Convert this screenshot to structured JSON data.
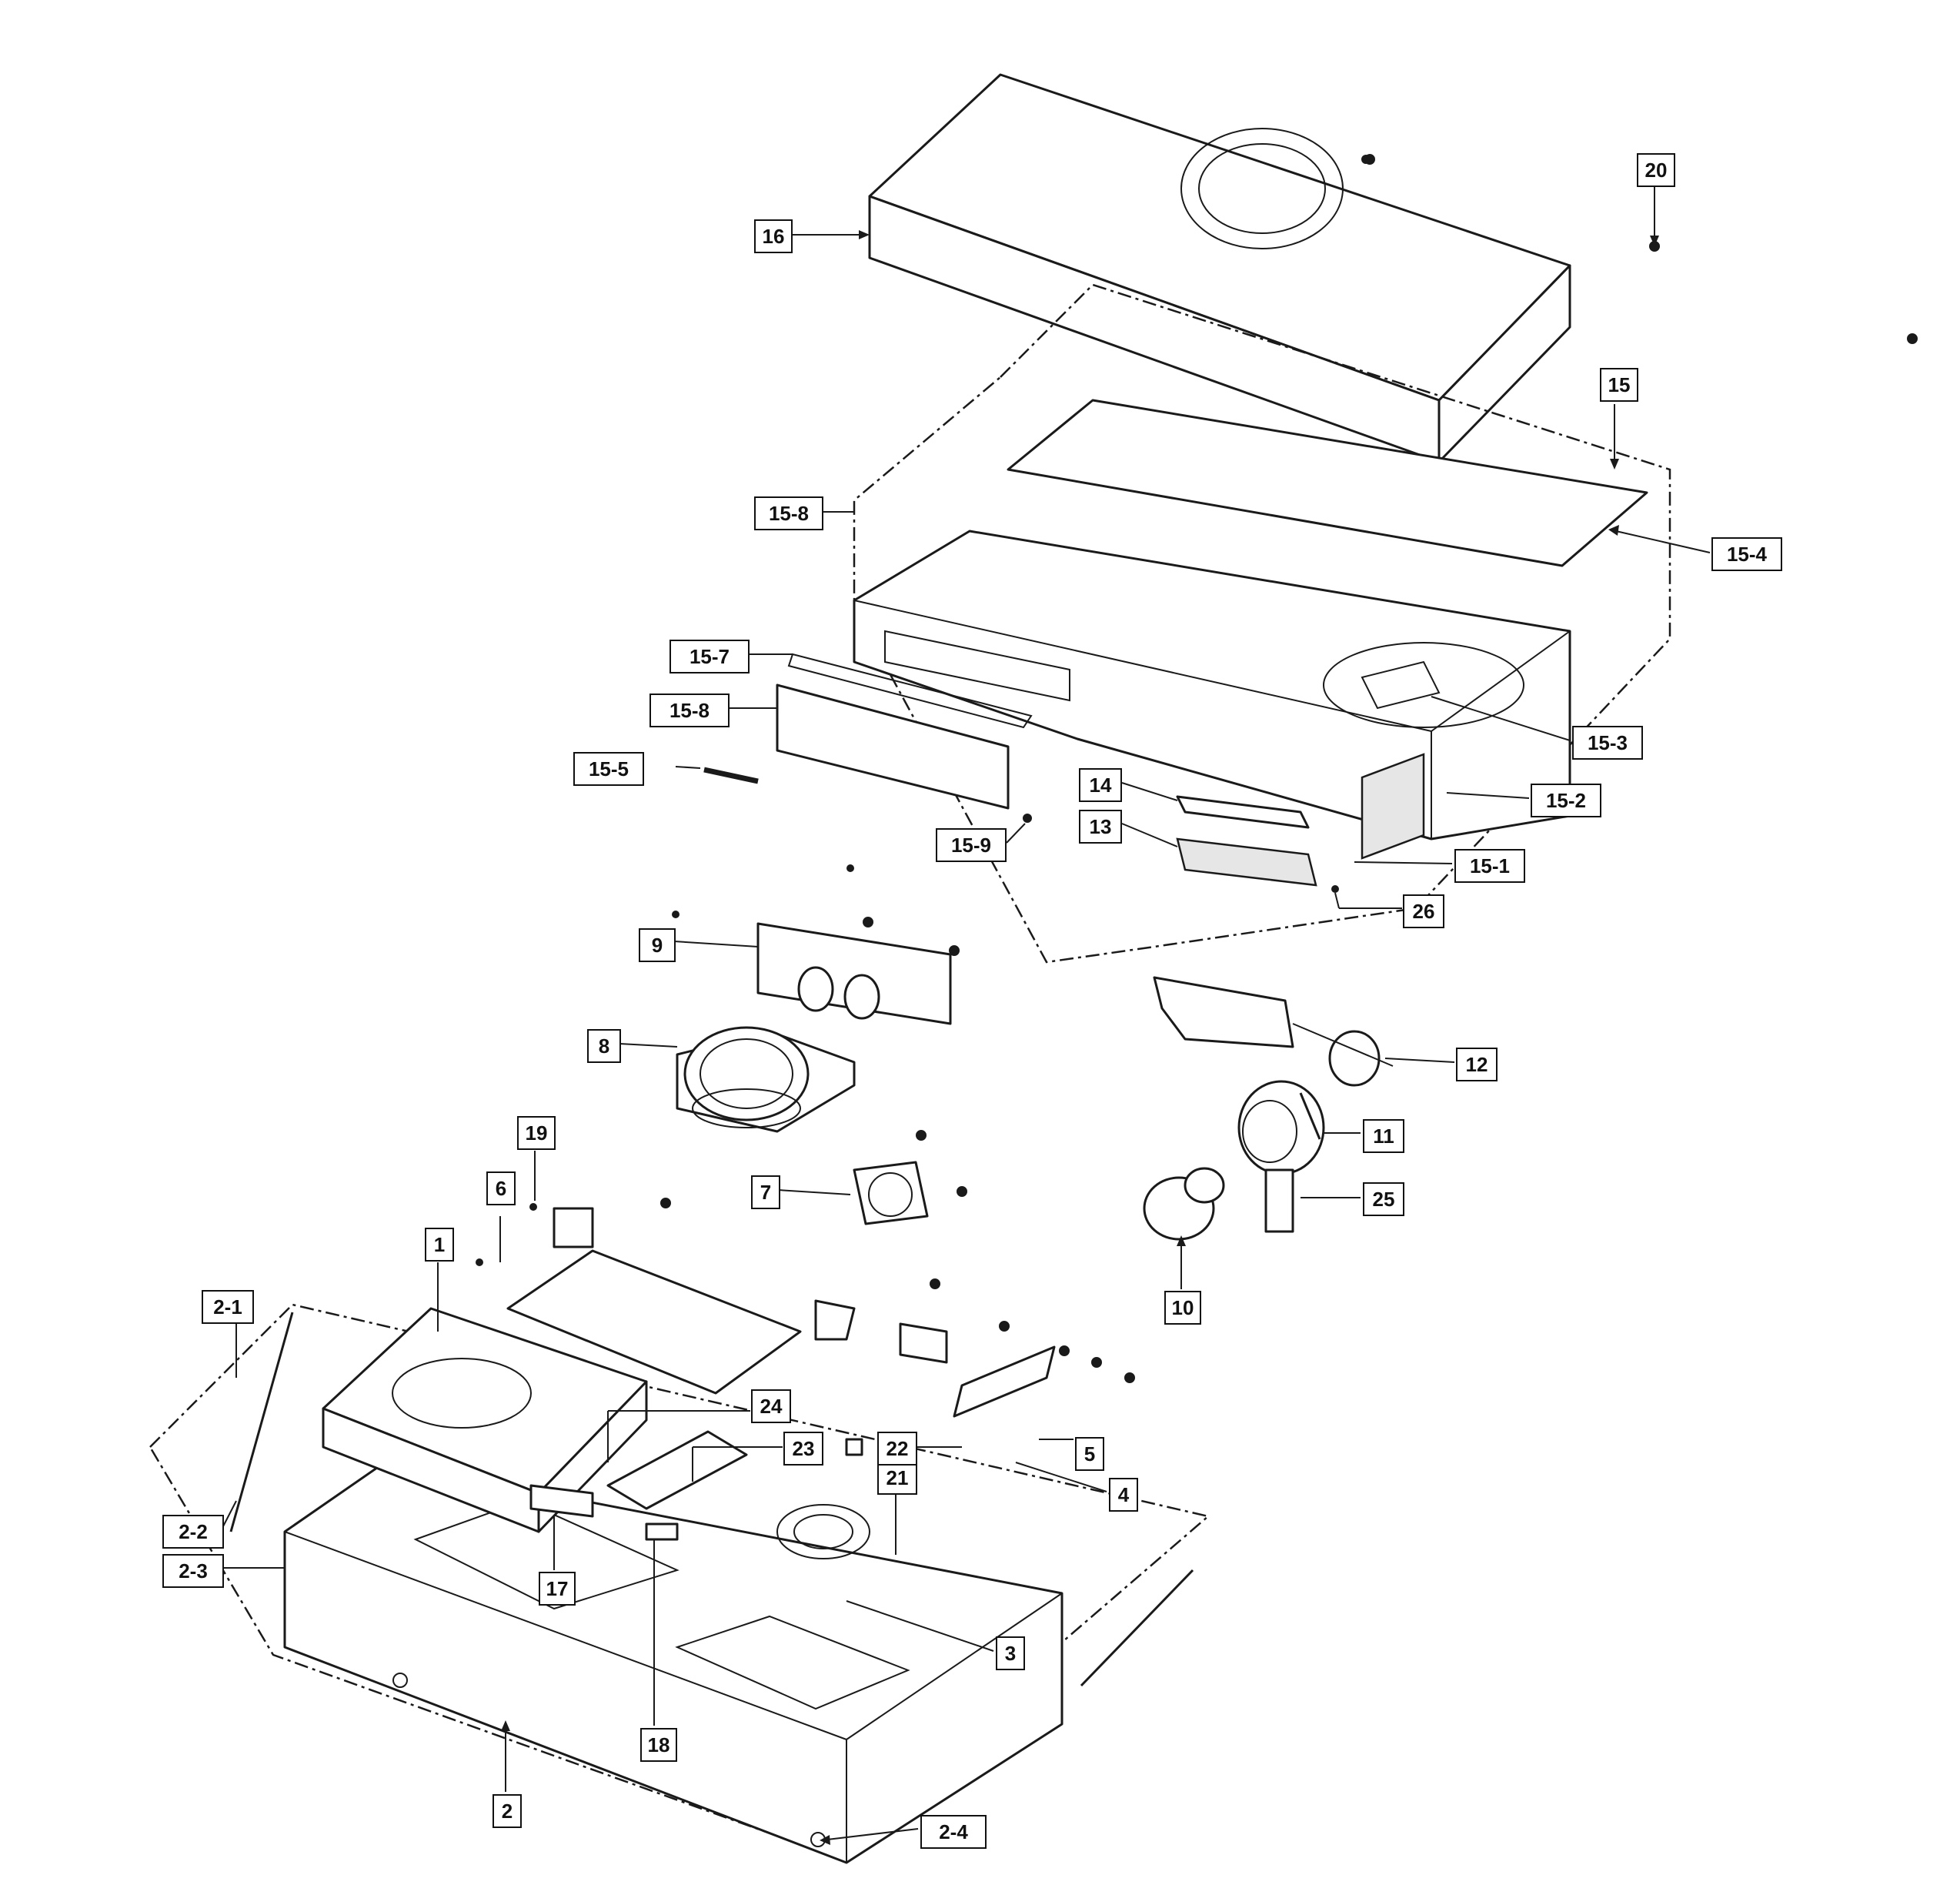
{
  "callouts": {
    "c1": "1",
    "c2": "2",
    "c2_1": "2-1",
    "c2_2": "2-2",
    "c2_3": "2-3",
    "c2_4": "2-4",
    "c3": "3",
    "c4": "4",
    "c5": "5",
    "c6": "6",
    "c7": "7",
    "c8": "8",
    "c9": "9",
    "c10": "10",
    "c11": "11",
    "c12": "12",
    "c13": "13",
    "c14": "14",
    "c15": "15",
    "c15_1": "15-1",
    "c15_2": "15-2",
    "c15_3": "15-3",
    "c15_4": "15-4",
    "c15_5": "15-5",
    "c15_7": "15-7",
    "c15_8a": "15-8",
    "c15_8b": "15-8",
    "c15_9": "15-9",
    "c16": "16",
    "c17": "17",
    "c18": "18",
    "c19": "19",
    "c20": "20",
    "c21": "21",
    "c22": "22",
    "c23": "23",
    "c24": "24",
    "c25": "25",
    "c26": "26"
  },
  "colors": {
    "ink": "#1a1a1a",
    "paper": "#ffffff",
    "shade": "#e6e6e6"
  }
}
